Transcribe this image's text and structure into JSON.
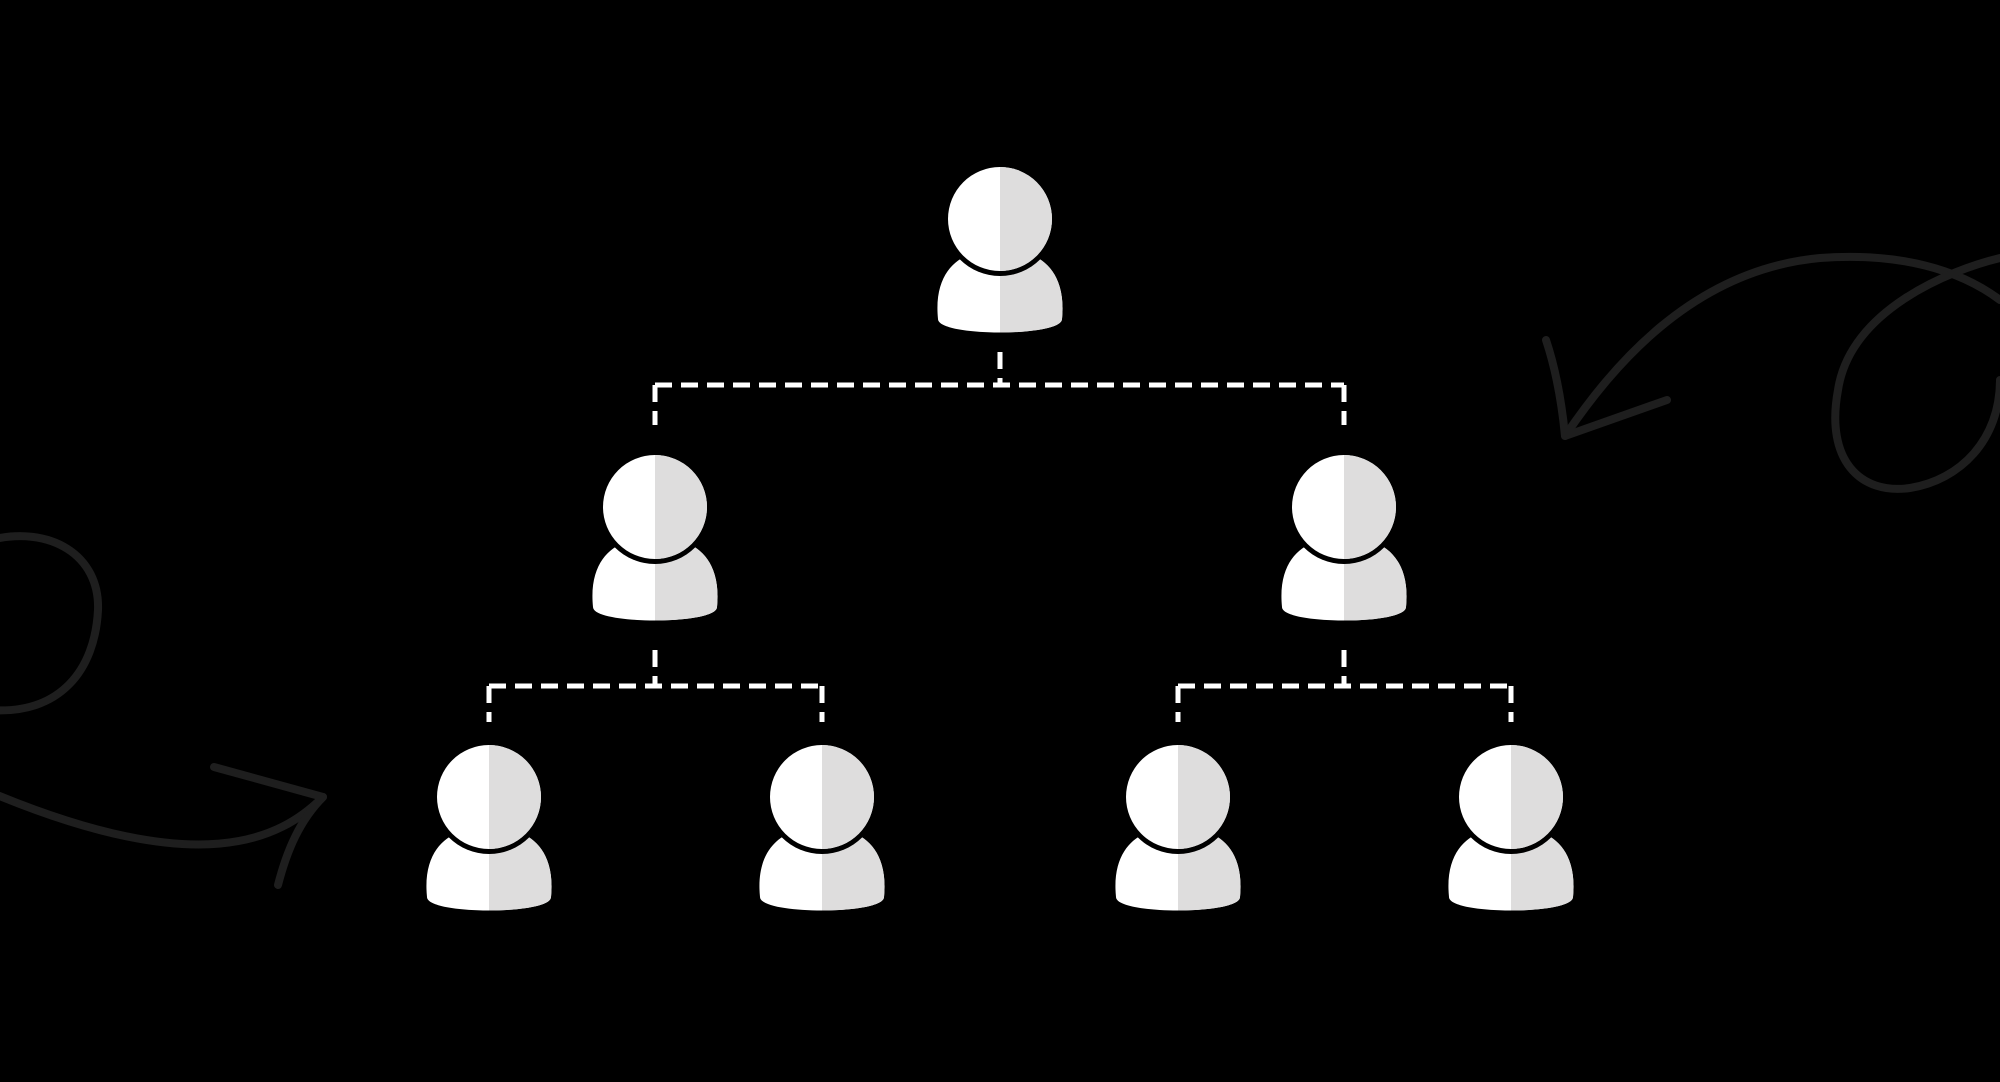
{
  "colors": {
    "background": "#000000",
    "person_light": "#ffffff",
    "person_shade": "#dedddd",
    "person_outline": "#000000",
    "connector": "#ffffff",
    "decor_arrow": "#1e1e1e"
  },
  "hierarchy": {
    "root": {
      "icon": "person-icon",
      "children": [
        {
          "icon": "person-icon",
          "children": [
            {
              "icon": "person-icon"
            },
            {
              "icon": "person-icon"
            }
          ]
        },
        {
          "icon": "person-icon",
          "children": [
            {
              "icon": "person-icon"
            },
            {
              "icon": "person-icon"
            }
          ]
        }
      ]
    }
  },
  "connector_style": "dashed",
  "decorations": [
    {
      "icon": "looped-arrow-icon",
      "placement": "left",
      "direction": "right"
    },
    {
      "icon": "looped-arrow-icon",
      "placement": "top-right",
      "direction": "left"
    }
  ]
}
